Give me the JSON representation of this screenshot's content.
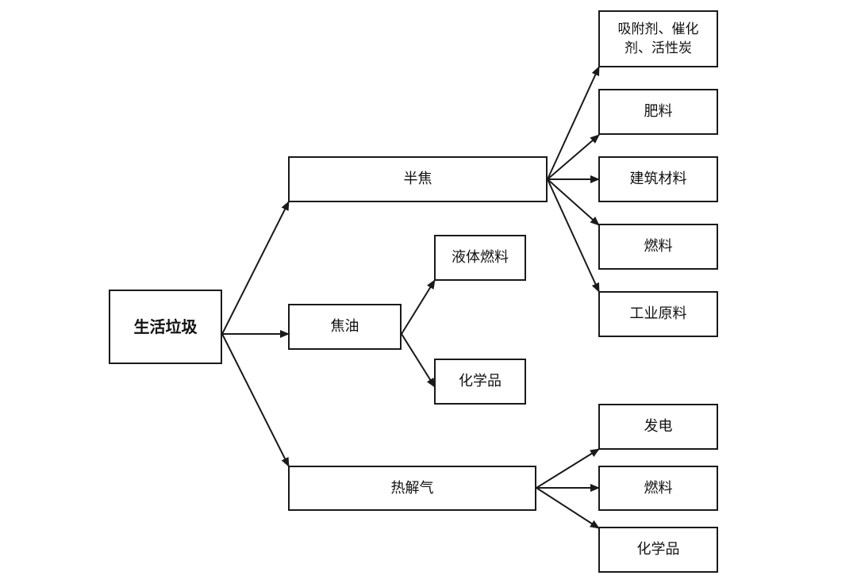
{
  "diagram": {
    "root": {
      "label": "生活垃圾"
    },
    "branches": {
      "semi_coke": {
        "label": "半焦",
        "products": {
          "adsorbent": {
            "line1": "吸附剂、催化",
            "line2": "剂、活性炭"
          },
          "fertilizer": {
            "label": "肥料"
          },
          "building": {
            "label": "建筑材料"
          },
          "fuel": {
            "label": "燃料"
          },
          "industrial": {
            "label": "工业原料"
          }
        }
      },
      "tar": {
        "label": "焦油",
        "products": {
          "liquid_fuel": {
            "label": "液体燃料"
          },
          "chemicals": {
            "label": "化学品"
          }
        }
      },
      "pyrolysis_gas": {
        "label": "热解气",
        "products": {
          "power": {
            "label": "发电"
          },
          "fuel": {
            "label": "燃料"
          },
          "chemicals": {
            "label": "化学品"
          }
        }
      }
    },
    "colors": {
      "stroke": "#1a1a1a",
      "fill": "#ffffff",
      "text": "#111111"
    }
  }
}
